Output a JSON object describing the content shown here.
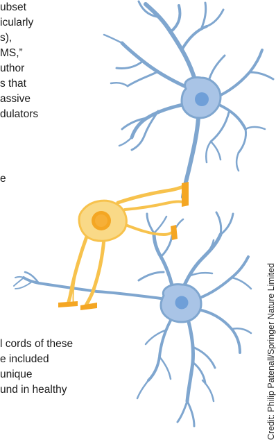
{
  "article": {
    "top_lines": [
      "ubset",
      "icularly",
      "s),",
      "MS,”",
      "uthor",
      "s that",
      "assive",
      "dulators"
    ],
    "mid_line": "e",
    "bottom_lines": [
      "l cords of these",
      "e included",
      "unique",
      "und in healthy"
    ]
  },
  "credit": "Credit: Philip Patenall/Springer Nature Limited",
  "colors": {
    "neuron_blue": "#7fa6cf",
    "neuron_blue_dark": "#5b86b8",
    "soma_blue": "#a9c4e6",
    "nucleus_blue": "#6f9fd8",
    "neuron_orange": "#f7c24d",
    "soma_orange": "#f9d987",
    "nucleus_orange": "#f4a623"
  },
  "icons": [
    "neuron-illustration"
  ]
}
